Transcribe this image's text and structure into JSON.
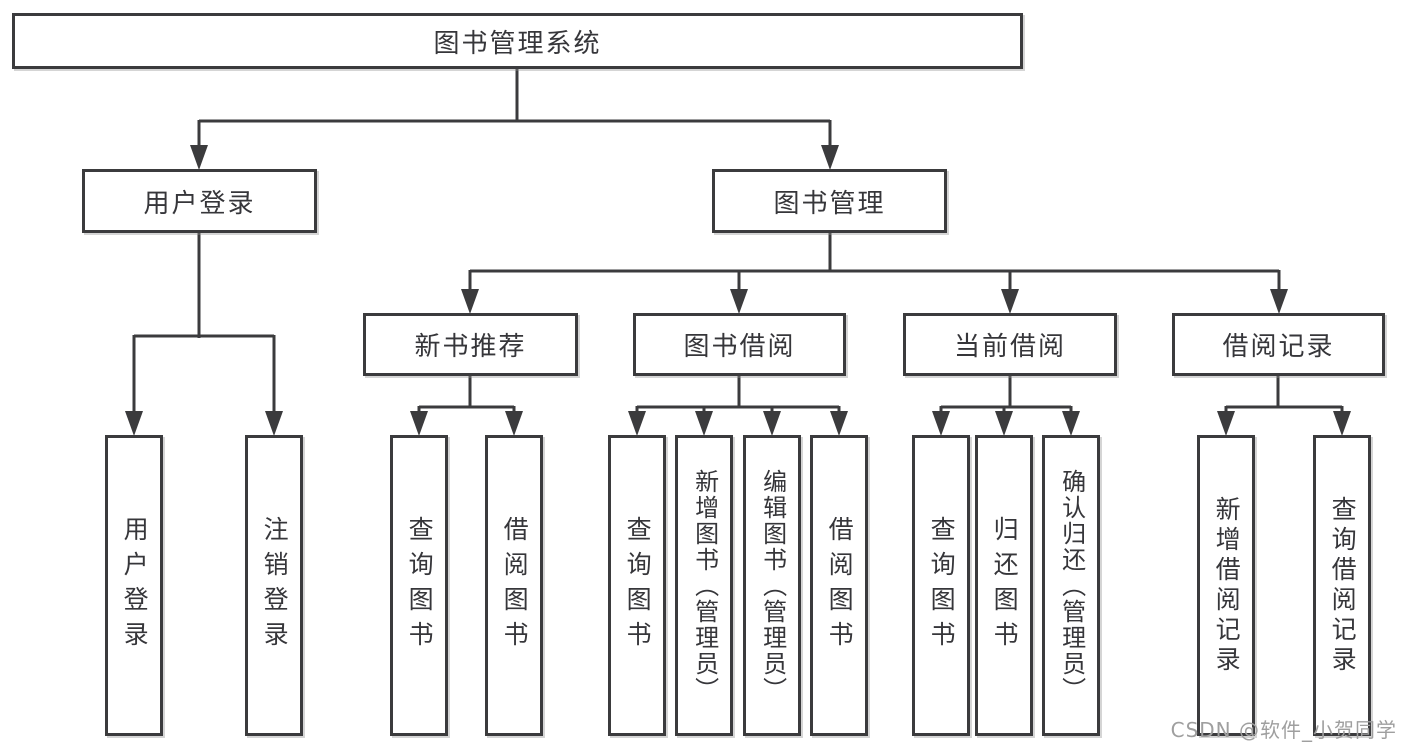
{
  "diagram": {
    "title": "图书管理系统",
    "watermark": "CSDN @软件_小贺同学",
    "colors": {
      "line": "#3b3b3d",
      "box_border": "#3b3b3d",
      "box_fill": "#ffffff",
      "text": "#36363a",
      "watermark": "#9f9f9f",
      "background": "#ffffff"
    },
    "tree": {
      "root": {
        "label": "图书管理系统"
      },
      "user_login": {
        "label": "用户登录",
        "children": [
          "用户登录",
          "注销登录"
        ]
      },
      "book_management": {
        "label": "图书管理",
        "sections": [
          {
            "label": "新书推荐",
            "children": [
              "查询图书",
              "借阅图书"
            ]
          },
          {
            "label": "图书借阅",
            "children": [
              "查询图书",
              "新增图书（管理员）",
              "编辑图书（管理员）",
              "借阅图书"
            ]
          },
          {
            "label": "当前借阅",
            "children": [
              "查询图书",
              "归还图书",
              "确认归还（管理员）"
            ]
          },
          {
            "label": "借阅记录",
            "children": [
              "新增借阅记录",
              "查询借阅记录"
            ]
          }
        ]
      }
    }
  }
}
